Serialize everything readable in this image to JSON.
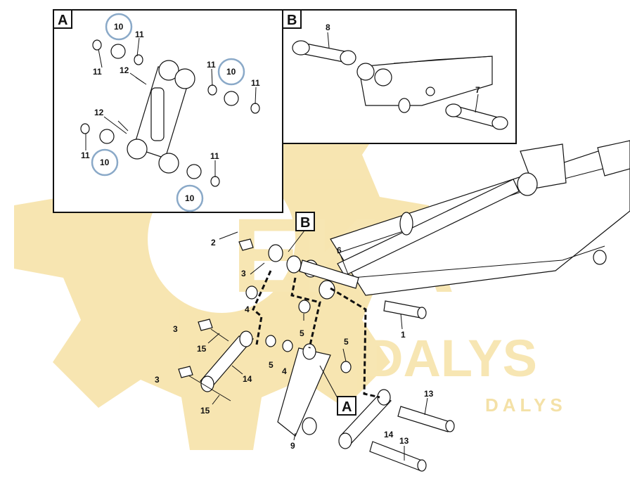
{
  "watermark": {
    "text_large": "EKA",
    "text_mid": "DALYS",
    "text_small": "DALYS",
    "color": "#f5dc9a"
  },
  "boxes": {
    "a_label": "A",
    "b_label": "B"
  },
  "inline_labels": {
    "b_ref": "B",
    "a_ref": "A"
  },
  "callouts": {
    "box_a": [
      "10",
      "11",
      "11",
      "12",
      "11",
      "10",
      "11",
      "12",
      "11",
      "10",
      "11",
      "10"
    ],
    "box_b": [
      "8",
      "7"
    ],
    "main": [
      "2",
      "3",
      "6",
      "4",
      "5",
      "1",
      "3",
      "15",
      "14",
      "5",
      "4",
      "5",
      "3",
      "15",
      "13",
      "14",
      "9",
      "13"
    ]
  },
  "highlight_color": "#8aa9c8"
}
